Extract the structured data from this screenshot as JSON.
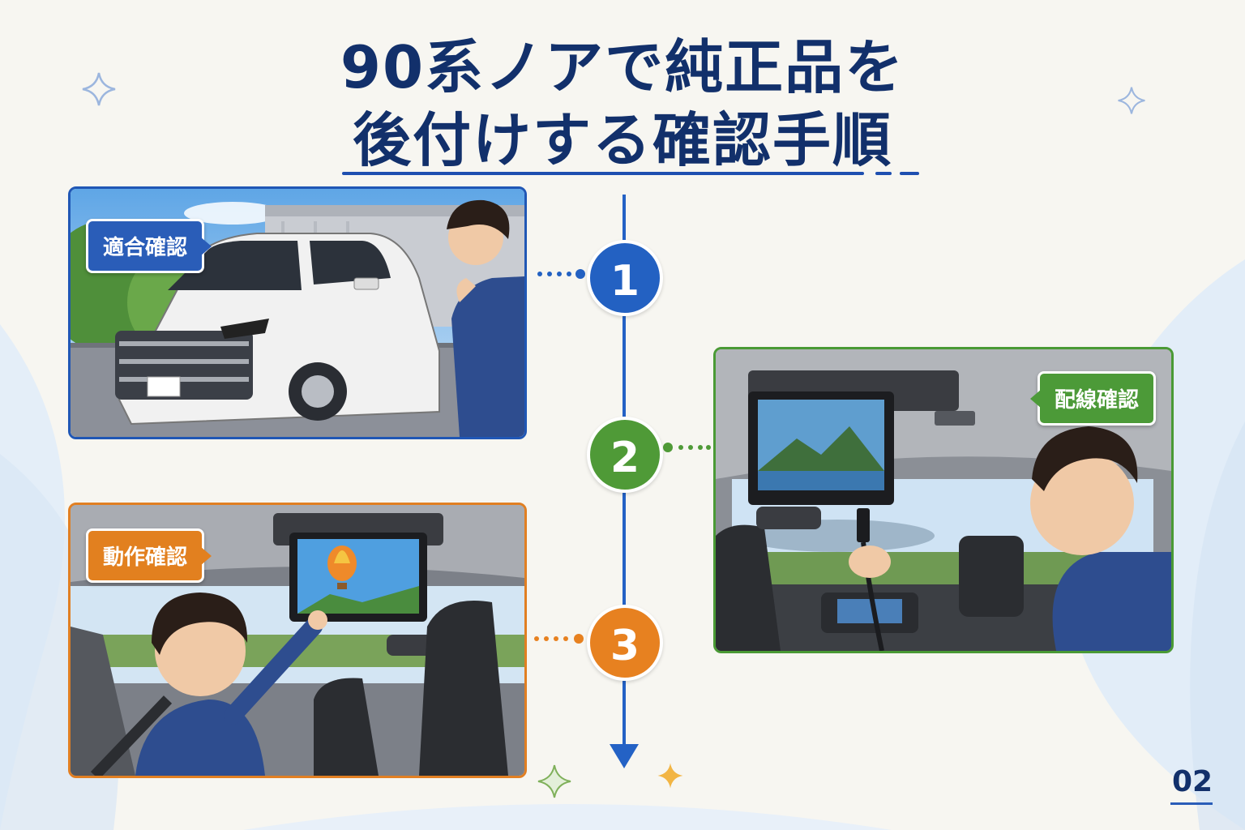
{
  "title": {
    "line1": "90系ノアで純正品を",
    "line2": "後付けする確認手順"
  },
  "steps": [
    {
      "number": "1",
      "label": "適合確認",
      "color": "#2361c2"
    },
    {
      "number": "2",
      "label": "配線確認",
      "color": "#4f9a37"
    },
    {
      "number": "3",
      "label": "動作確認",
      "color": "#e78120"
    }
  ],
  "page_number": "02",
  "colors": {
    "navy": "#12306b",
    "blue": "#2361c2",
    "green": "#4f9a37",
    "orange": "#e78120",
    "background": "#f7f6f1"
  }
}
